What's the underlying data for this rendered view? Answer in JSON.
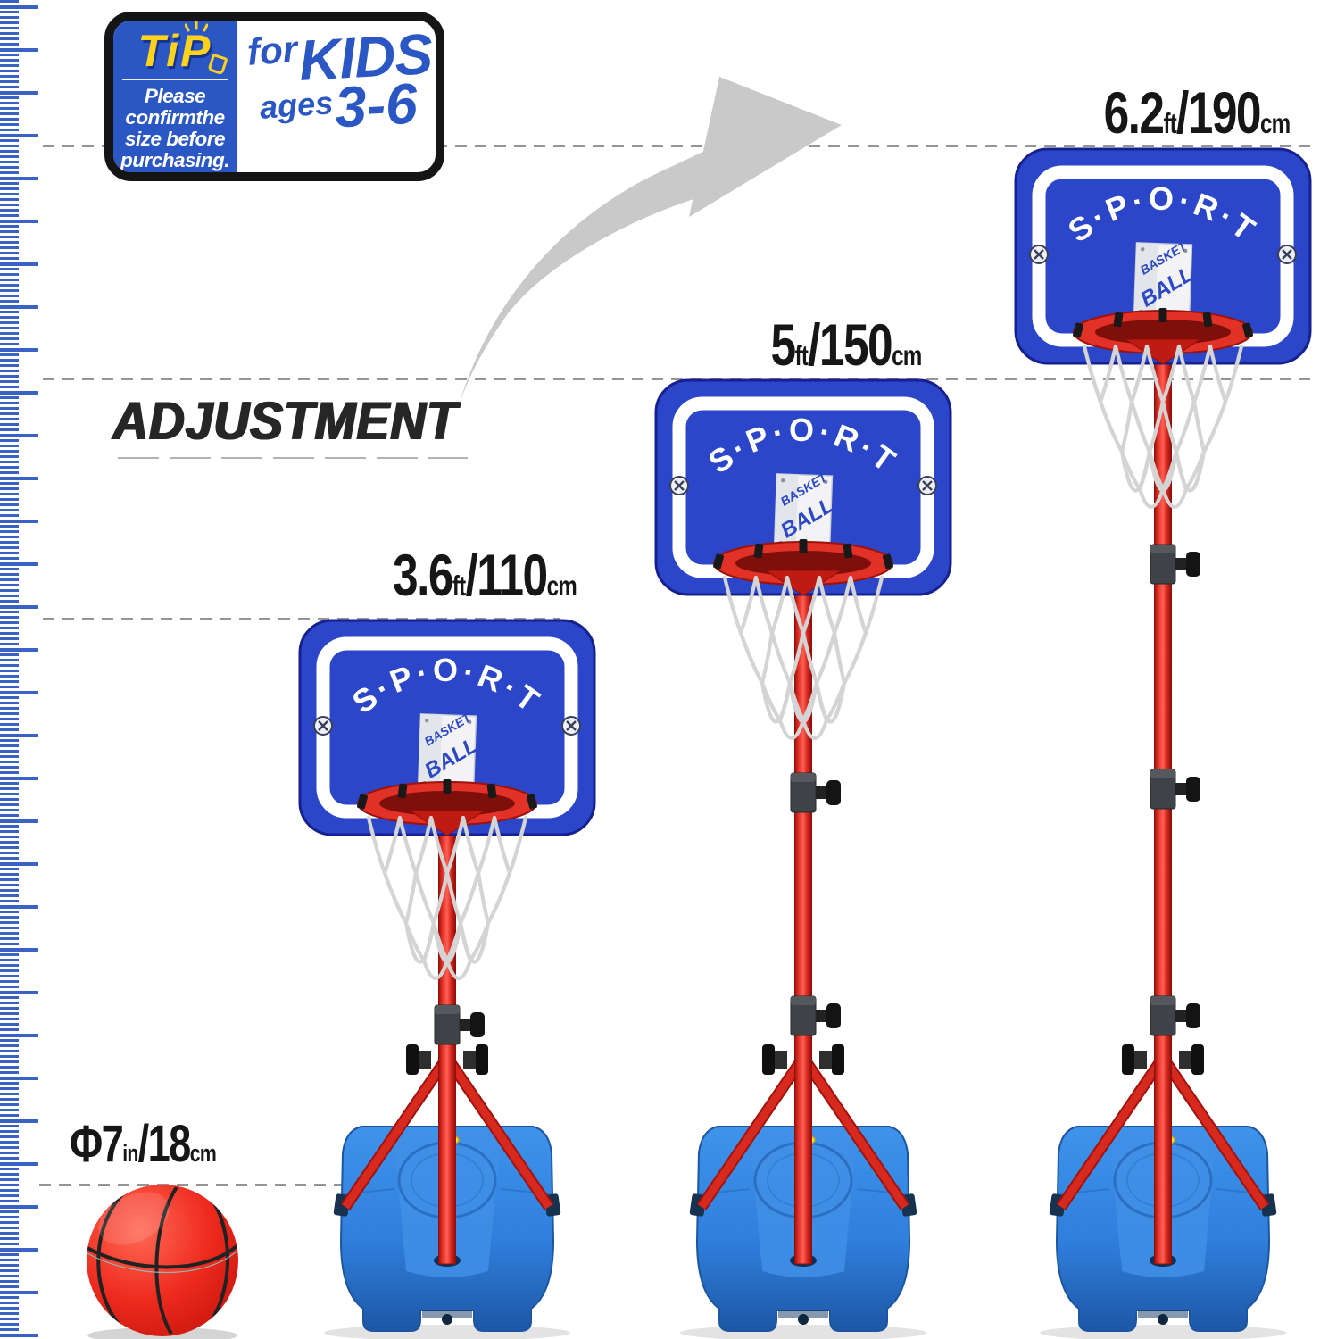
{
  "badge": {
    "tip": "TiP",
    "note": "Please\nconfirmthe\nsize before\npurchasing.",
    "for_word": "for",
    "kids": "KIDS",
    "ages_word": "ages",
    "age_range": "3-6"
  },
  "adjustment_label": "ADJUSTMENT",
  "backboard": {
    "arc_text": "S·P·O·R·T",
    "panel_line1": "BASKET",
    "panel_line2": "BALL"
  },
  "hoops": [
    {
      "id": "small",
      "height_label": "3.6ft/110cm"
    },
    {
      "id": "medium",
      "height_label": "5ft/150cm"
    },
    {
      "id": "tall",
      "height_label": "6.2ft/190cm"
    }
  ],
  "ball": {
    "diameter_label": "Φ7in/18cm"
  },
  "colors": {
    "backboard_blue": "#2b46c8",
    "rim_red": "#e23126",
    "pole_red": "#d92a20",
    "base_blue": "#2f80dd",
    "badge_blue": "#2b57c4",
    "tip_yellow": "#ffd21e",
    "arrow_gray": "#c9c9c9",
    "ruler_blue": "#3a62c5",
    "ink": "#1c1c1c"
  }
}
